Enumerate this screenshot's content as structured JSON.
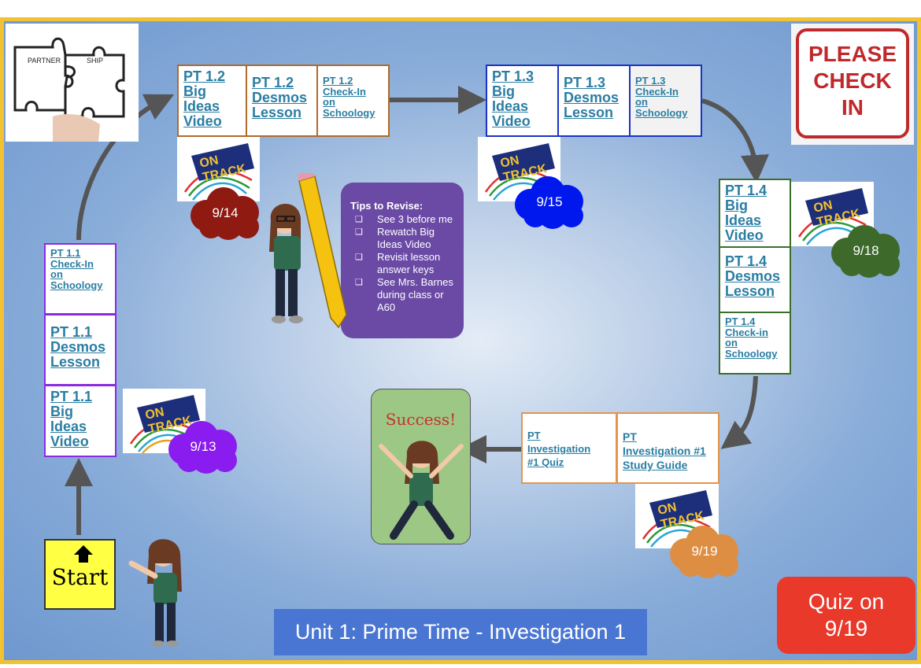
{
  "start": {
    "label": "Start"
  },
  "title": "Unit 1: Prime Time - Investigation 1",
  "quiz": {
    "line1": "Quiz on",
    "line2": "9/19"
  },
  "success": {
    "label": "Success!"
  },
  "check_sign": {
    "line1": "PLEASE",
    "line2": "CHECK",
    "line3": "IN"
  },
  "partnership": {
    "left": "PARTNER",
    "right": "SHIP"
  },
  "ontrack": {
    "text": "ON TRACK"
  },
  "tips": {
    "title": "Tips to Revise:",
    "items": [
      "See 3 before me",
      "Rewatch Big Ideas Video",
      "Revisit lesson answer keys",
      "See Mrs. Barnes during class or A60"
    ]
  },
  "dates": {
    "d1": "9/13",
    "d2": "9/14",
    "d3": "9/15",
    "d4": "9/18",
    "d5": "9/19"
  },
  "pt11": {
    "video": [
      "PT 1.1",
      "Big",
      "Ideas",
      "Video"
    ],
    "desmos": [
      "PT 1.1",
      "Desmos",
      "Lesson"
    ],
    "checkin": [
      "PT 1.1",
      "Check-In",
      "on",
      "Schoology"
    ]
  },
  "pt12": {
    "video": [
      "PT 1.2",
      "Big",
      "Ideas",
      "Video"
    ],
    "desmos": [
      "PT 1.2",
      "Desmos",
      "Lesson"
    ],
    "checkin": [
      "PT 1.2",
      "Check-In",
      "on",
      "Schoology"
    ]
  },
  "pt13": {
    "video": [
      "PT 1.3",
      "Big",
      "Ideas",
      "Video"
    ],
    "desmos": [
      "PT 1.3",
      "Desmos",
      "Lesson"
    ],
    "checkin": [
      "PT 1.3",
      "Check-In",
      "on",
      "Schoology"
    ]
  },
  "pt14": {
    "video": [
      "PT 1.4",
      "Big",
      "Ideas",
      "Video"
    ],
    "desmos": [
      "PT 1.4",
      "Desmos",
      "Lesson"
    ],
    "checkin": [
      "PT 1.4",
      "Check-in",
      "on",
      "Schoology"
    ]
  },
  "investigation": {
    "study": [
      "PT",
      "Investigation #1",
      "Study Guide"
    ],
    "quiz": [
      "PT",
      "Investigation",
      "#1 Quiz"
    ]
  },
  "colors": {
    "border": "#f2c232",
    "start": "#ffff44",
    "quiz": "#e8392b",
    "title_bar": "#4a76d3",
    "tips": "#6a4aa5",
    "success": "#9dc785"
  }
}
